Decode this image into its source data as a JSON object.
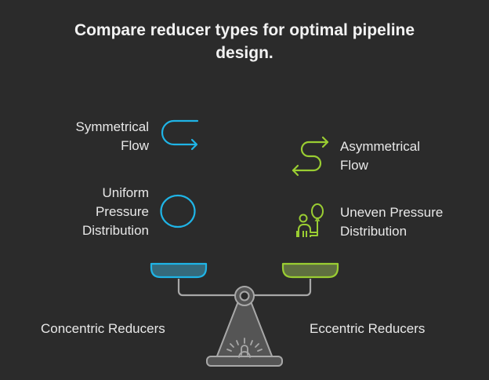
{
  "title": "Compare reducer types for optimal pipeline design.",
  "colors": {
    "background": "#2b2b2b",
    "left_accent": "#1fb4e6",
    "left_pan_fill": "#356a7c",
    "right_accent": "#9acd32",
    "right_pan_fill": "#5f7040",
    "scale_stroke": "#a8a8a8",
    "scale_fill": "#555555",
    "text": "#e8e8e8"
  },
  "left": {
    "name": "Concentric Reducers",
    "features": [
      {
        "label_lines": [
          "Symmetrical",
          "Flow"
        ],
        "icon": "u-turn-arrow-icon"
      },
      {
        "label_lines": [
          "Uniform",
          "Pressure",
          "Distribution"
        ],
        "icon": "circle-icon"
      }
    ]
  },
  "right": {
    "name": "Eccentric Reducers",
    "features": [
      {
        "label_lines": [
          "Asymmetrical",
          "Flow"
        ],
        "icon": "winding-arrow-icon"
      },
      {
        "label_lines": [
          "Uneven Pressure",
          "Distribution"
        ],
        "icon": "person-balloon-icon"
      }
    ]
  },
  "center": {
    "icon": "balance-scale-icon"
  }
}
